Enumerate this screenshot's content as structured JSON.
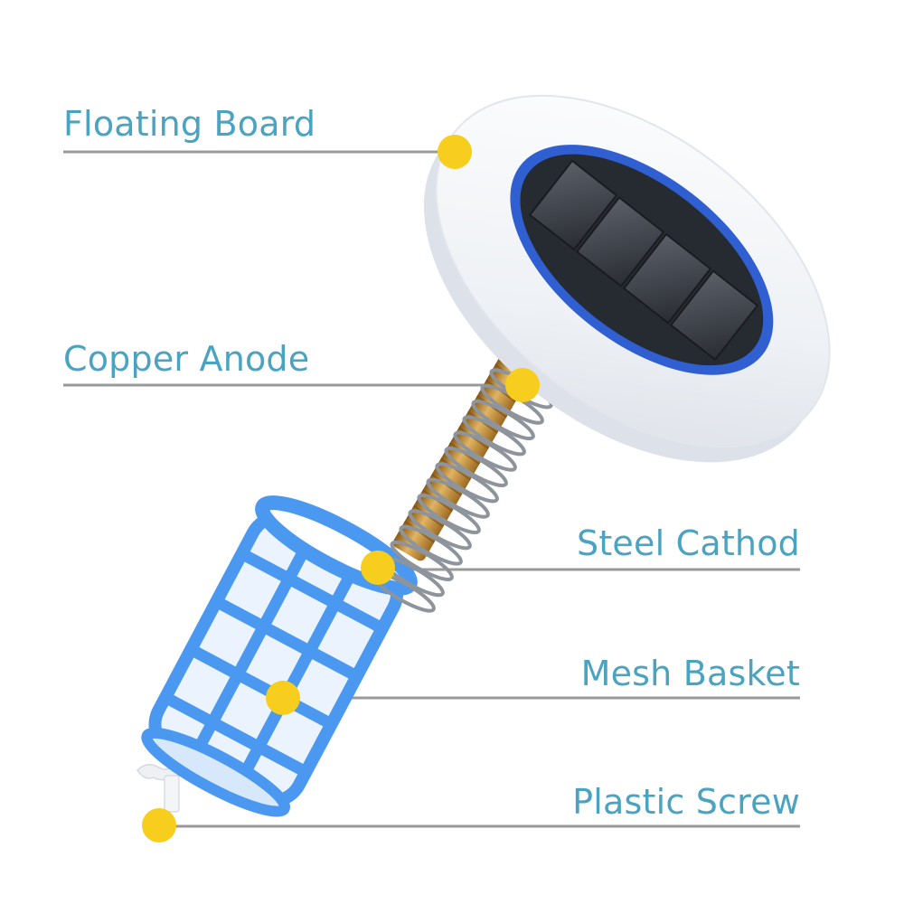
{
  "colors": {
    "label_text": "#4aa3c1",
    "leader_line": "#9a9a9a",
    "marker_dot": "#f7cd1e",
    "float_shell": "#f3f5f8",
    "solar_ring": "#2f5fd0",
    "solar_cell": "#3a3d44",
    "copper": "#c9953c",
    "spring": "#8e949b",
    "mesh_blue": "#4a98f0"
  },
  "parts": [
    {
      "key": "floating-board",
      "label": "Floating Board",
      "icon": "floating-board-icon"
    },
    {
      "key": "copper-anode",
      "label": "Copper Anode",
      "icon": "copper-anode-icon"
    },
    {
      "key": "steel-cathod",
      "label": "Steel Cathod",
      "icon": "steel-spring-icon"
    },
    {
      "key": "mesh-basket",
      "label": "Mesh Basket",
      "icon": "mesh-basket-icon"
    },
    {
      "key": "plastic-screw",
      "label": "Plastic Screw",
      "icon": "plastic-screw-icon"
    }
  ]
}
